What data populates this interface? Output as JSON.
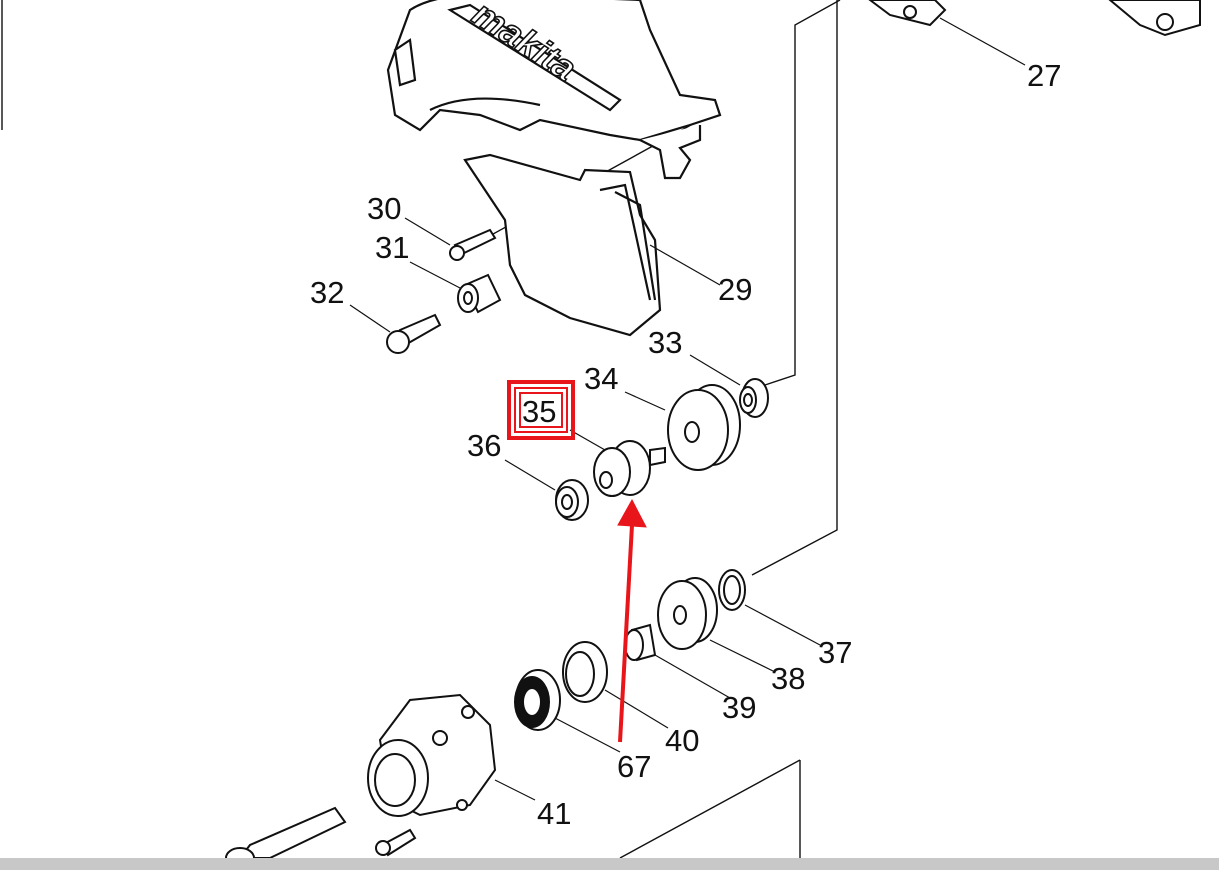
{
  "parts": [
    {
      "id": "p27",
      "label": "27"
    },
    {
      "id": "p29",
      "label": "29"
    },
    {
      "id": "p30",
      "label": "30"
    },
    {
      "id": "p31",
      "label": "31"
    },
    {
      "id": "p32",
      "label": "32"
    },
    {
      "id": "p33",
      "label": "33"
    },
    {
      "id": "p34",
      "label": "34"
    },
    {
      "id": "p35",
      "label": "35"
    },
    {
      "id": "p36",
      "label": "36"
    },
    {
      "id": "p37",
      "label": "37"
    },
    {
      "id": "p38",
      "label": "38"
    },
    {
      "id": "p39",
      "label": "39"
    },
    {
      "id": "p40",
      "label": "40"
    },
    {
      "id": "p41",
      "label": "41"
    },
    {
      "id": "p67",
      "label": "67"
    }
  ],
  "brand_text": "makita",
  "highlighted_part": "35",
  "colors": {
    "highlight": "#e8161b",
    "line": "#111111",
    "arrow": "#e8161b"
  }
}
